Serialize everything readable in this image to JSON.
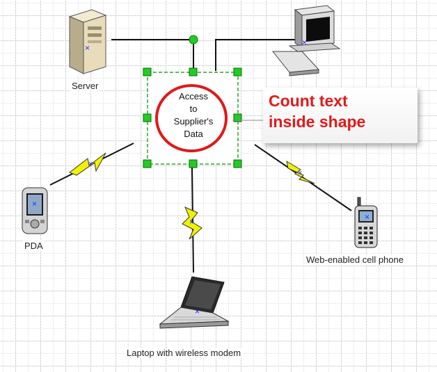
{
  "diagram": {
    "center_shape_text": [
      "Access",
      "to",
      "Supplier's",
      "Data"
    ],
    "callout_text": [
      "Count text",
      "inside shape"
    ],
    "nodes": {
      "server": "Server",
      "pda": "PDA",
      "laptop": "Laptop with wireless modem",
      "cell_phone": "Web-enabled cell phone"
    },
    "icons": {
      "server": "server-icon",
      "desktop": "desktop-computer-icon",
      "pda": "pda-icon",
      "laptop": "laptop-icon",
      "cell_phone": "cell-phone-icon",
      "wireless": "lightning-bolt-icon"
    },
    "colors": {
      "selection_handle": "#22cc22",
      "highlight_circle": "#e01818",
      "callout_text": "#e21a1a",
      "bolt_fill": "#f2f200"
    }
  }
}
